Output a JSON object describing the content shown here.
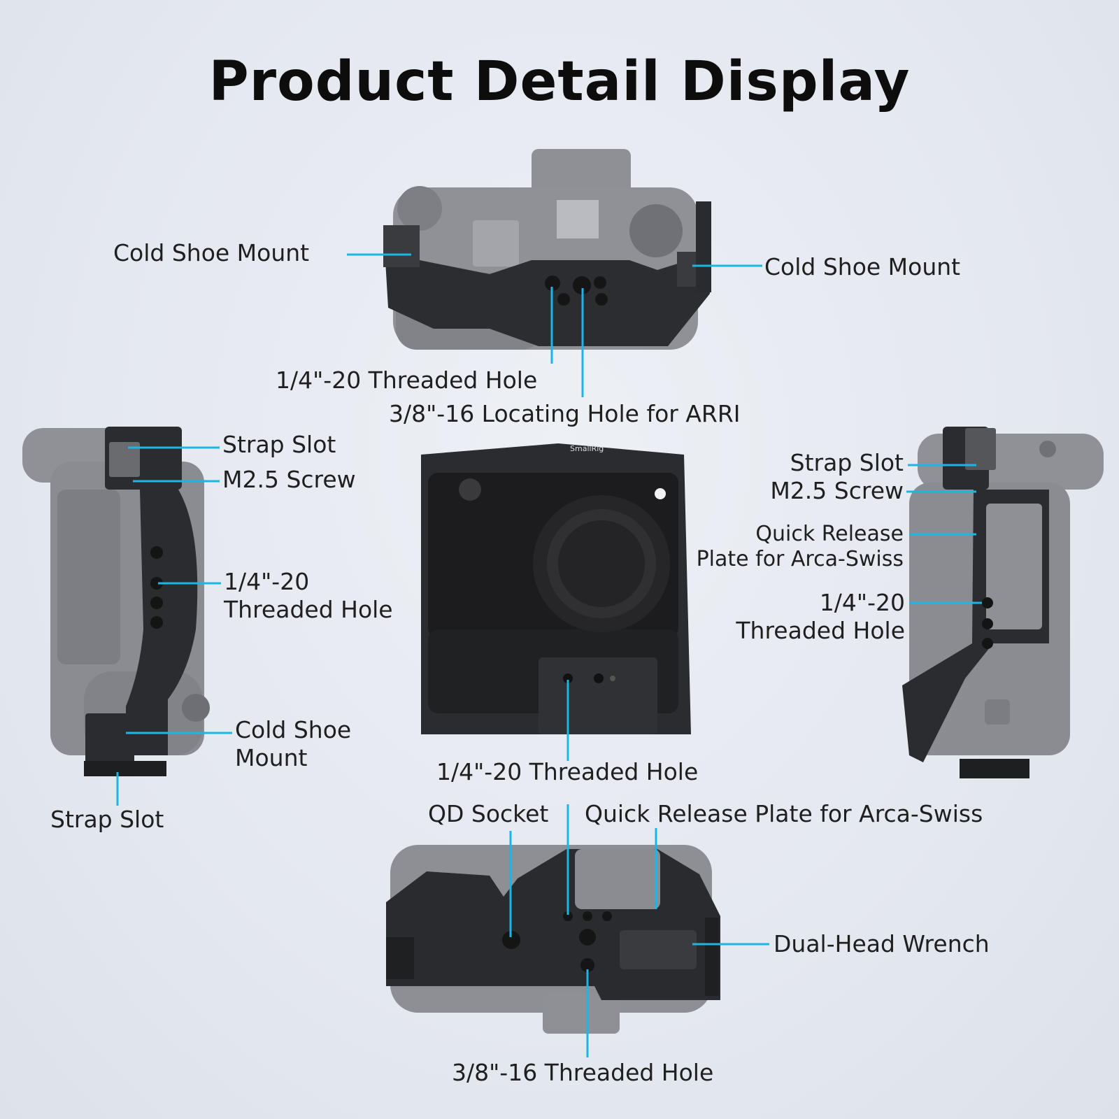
{
  "title": "Product Detail Display",
  "brand": "SmallRig",
  "colors": {
    "accent": "#1cb6e4",
    "cage": "#2a2b2e",
    "camera": "#8b8d91"
  },
  "labels": {
    "top_cold_shoe_left": "Cold Shoe Mount",
    "top_cold_shoe_right": "Cold Shoe Mount",
    "top_quarter_hole": "1/4\"-20 Threaded Hole",
    "top_arri_hole": "3/8\"-16 Locating Hole for ARRI",
    "left_strap_slot_top": "Strap Slot",
    "left_m25": "M2.5 Screw",
    "left_quarter_hole_1": "1/4\"-20",
    "left_quarter_hole_2": "Threaded Hole",
    "left_cold_shoe_1": "Cold Shoe",
    "left_cold_shoe_2": "Mount",
    "left_strap_slot_bottom": "Strap Slot",
    "right_strap_slot": "Strap Slot",
    "right_m25": "M2.5 Screw",
    "right_qr_1": "Quick Release",
    "right_qr_2": "Plate for Arca-Swiss",
    "right_quarter_1": "1/4\"-20",
    "right_quarter_2": "Threaded Hole",
    "front_quarter_hole": "1/4\"-20 Threaded Hole",
    "bottom_qd_socket": "QD Socket",
    "bottom_qr_plate": "Quick Release Plate for Arca-Swiss",
    "bottom_wrench": "Dual-Head Wrench",
    "bottom_three_eighths": "3/8\"-16 Threaded Hole"
  }
}
